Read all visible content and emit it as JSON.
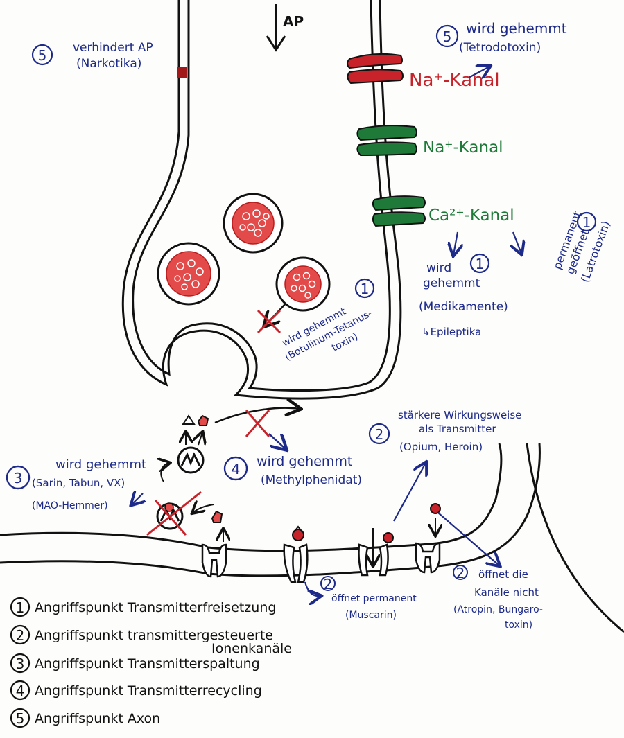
{
  "top": {
    "ap_label": "AP",
    "axon_num": "5",
    "axon_text_1": "verhindert AP",
    "axon_text_2": "(Narkotika)",
    "ttx_num": "5",
    "ttx_text_1": "wird gehemmt",
    "ttx_text_2": "(Tetrodotoxin)",
    "na_red": "Na⁺-Kanal",
    "na_green": "Na⁺-Kanal",
    "ca_green": "Ca²⁺-Kanal"
  },
  "ca_block": {
    "num": "1",
    "line1": "wird",
    "line2": "gehemmt",
    "line3": "(Medikamente)",
    "line4": "↳Epileptika"
  },
  "latro": {
    "num": "1",
    "line1": "permanent",
    "line2": "geöffnet",
    "line3": "(Latrotoxin)"
  },
  "botulinum": {
    "num": "1",
    "line1": "wird gehemmt",
    "line2": "(Botulinum-Tetanus-",
    "line3": "toxin)"
  },
  "recycling": {
    "num": "4",
    "line1": "wird gehemmt",
    "line2": "(Methylphenidat)"
  },
  "mao": {
    "num": "3",
    "line1": "wird gehemmt",
    "line2": "(Sarin, Tabun, VX)",
    "line3": "(MAO-Hemmer)"
  },
  "opium": {
    "num": "2",
    "line1": "stärkere Wirkungsweise",
    "line2": "als Transmitter",
    "line3": "(Opium, Heroin)"
  },
  "muscarin": {
    "num": "2",
    "line1": "öffnet permanent",
    "line2": "(Muscarin)"
  },
  "atropin": {
    "num": "2",
    "line1": "öffnet die",
    "line2": "Kanäle nicht",
    "line3": "(Atropin, Bungaro-",
    "line4": "toxin)"
  },
  "legend": [
    {
      "num": "1",
      "text": "Angriffspunkt Transmitterfreisetzung"
    },
    {
      "num": "2",
      "text": "Angriffspunkt transmittergesteuerte",
      "text2": "Ionenkanäle"
    },
    {
      "num": "3",
      "text": "Angriffspunkt Transmitterspaltung"
    },
    {
      "num": "4",
      "text": "Angriffspunkt Transmitterrecycling"
    },
    {
      "num": "5",
      "text": "Angriffspunkt Axon"
    }
  ],
  "colors": {
    "ink_blue": "#1d2a8a",
    "ink_red": "#c8232b",
    "ink_green": "#1f7a3a",
    "ink_black": "#111111"
  }
}
